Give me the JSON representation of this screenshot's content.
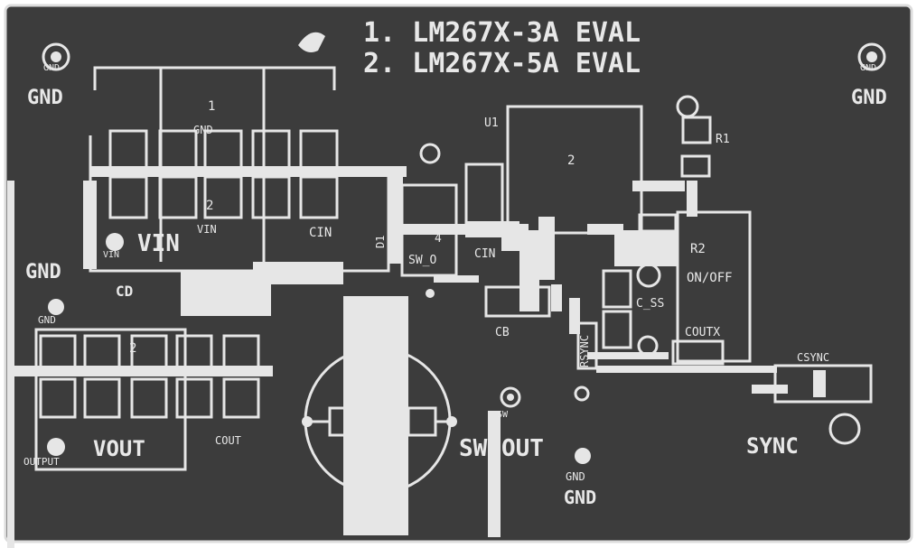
{
  "title": {
    "line1": "1. LM267X-3A EVAL",
    "line2": "2. LM267X-5A EVAL"
  },
  "labels": {
    "gnd_tl": "GND",
    "gnd_tr": "GND",
    "gnd_left": "GND",
    "gnd_bottom": "GND",
    "gnd_tl_pad": "GND",
    "gnd_tr_pad": "GND",
    "gnd_left_pad": "GND",
    "gnd_bottom_pad": "GND",
    "vin": "VIN",
    "vin_pad": "VIN",
    "vin_small": "VIN",
    "gnd_small": "GND",
    "one": "1",
    "two_top": "2",
    "two_left": "2",
    "cin": "CIN",
    "cin2": "CIN",
    "cd": "CD",
    "d1": "D1",
    "u1": "U1",
    "sw_o": "SW_O",
    "four": "4",
    "r1": "R1",
    "r2": "R2",
    "on_off": "ON/OFF",
    "c_ss": "C_SS",
    "coutx": "COUTX",
    "csync": "CSYNC",
    "sync": "SYNC",
    "cb": "CB",
    "rsync": "RSYNC",
    "vout": "VOUT",
    "cout": "COUT",
    "output_pad": "OUTPUT",
    "sw_out": "SW  OUT",
    "sw_out_pad": "SW"
  },
  "colors": {
    "board": "#3c3c3c",
    "copper": "#e6e6e6",
    "edge": "#ffffff"
  }
}
